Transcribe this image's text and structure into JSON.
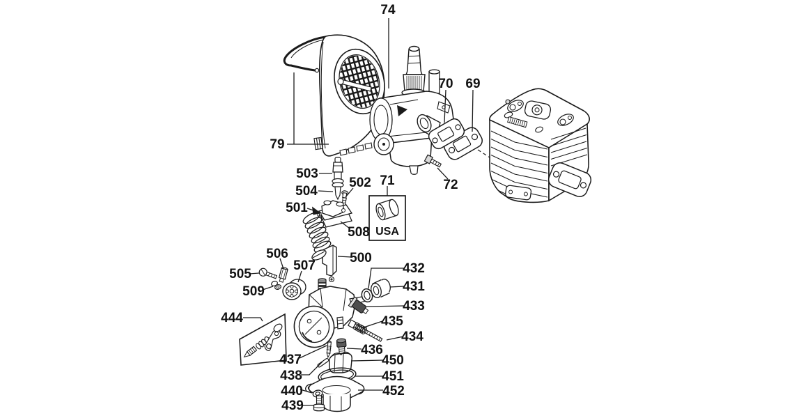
{
  "figure": {
    "type": "exploded-parts-diagram",
    "background": "#ffffff",
    "line_color": "#1a1a1a",
    "kit_label": "USA",
    "callouts": [
      {
        "label": "74"
      },
      {
        "label": "79"
      },
      {
        "label": "70"
      },
      {
        "label": "69"
      },
      {
        "label": "72"
      },
      {
        "label": "503"
      },
      {
        "label": "504"
      },
      {
        "label": "502"
      },
      {
        "label": "501"
      },
      {
        "label": "508"
      },
      {
        "label": "71"
      },
      {
        "label": "500"
      },
      {
        "label": "506"
      },
      {
        "label": "507"
      },
      {
        "label": "505"
      },
      {
        "label": "509"
      },
      {
        "label": "444"
      },
      {
        "label": "432"
      },
      {
        "label": "431"
      },
      {
        "label": "433"
      },
      {
        "label": "435"
      },
      {
        "label": "434"
      },
      {
        "label": "436"
      },
      {
        "label": "437"
      },
      {
        "label": "450"
      },
      {
        "label": "438"
      },
      {
        "label": "451"
      },
      {
        "label": "440"
      },
      {
        "label": "452"
      },
      {
        "label": "439"
      }
    ]
  }
}
